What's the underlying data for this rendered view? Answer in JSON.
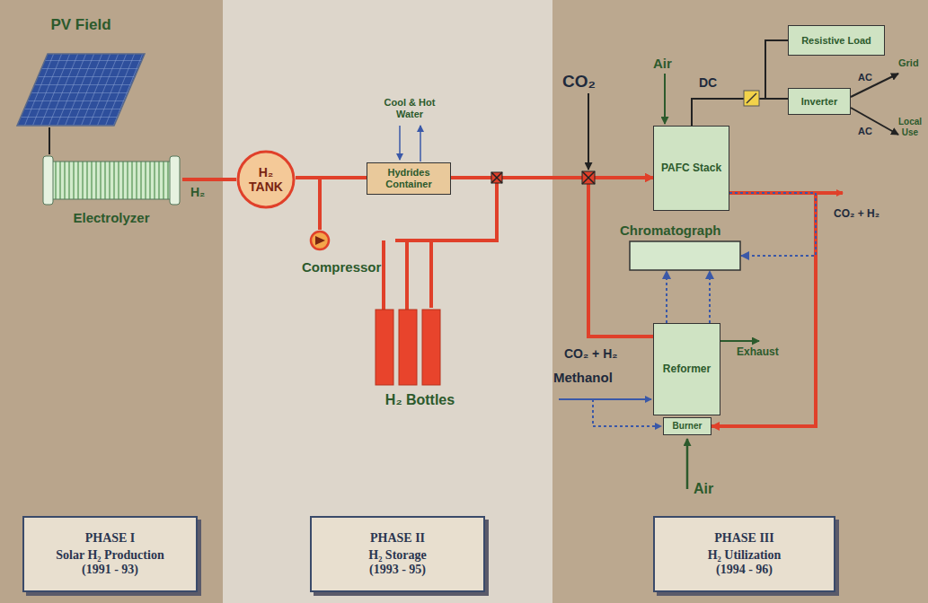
{
  "diagram": {
    "nodes": [
      {
        "text": [
          "PV Field"
        ]
      },
      {
        "text": [
          "Electrolyzer"
        ]
      },
      {
        "text": [
          "H₂ TANK"
        ]
      },
      {
        "text": [
          "Hydrides Container"
        ]
      },
      {
        "text": [
          "Compressor"
        ]
      },
      {
        "text": [
          "H₂ Bottles"
        ]
      },
      {
        "text": [
          "PAFC Stack"
        ]
      },
      {
        "text": [
          "Resistive Load"
        ]
      },
      {
        "text": [
          "Inverter"
        ]
      },
      {
        "text": [
          "Chromatograph"
        ]
      },
      {
        "text": [
          "Reformer"
        ]
      },
      {
        "text": [
          "Burner"
        ]
      },
      {
        "text": [
          "PHASE I",
          "Solar H₂ Production",
          "(1991 - 93)"
        ]
      },
      {
        "text": [
          "PHASE II",
          "H₂ Storage",
          "(1993 - 95)"
        ]
      },
      {
        "text": [
          "PHASE III",
          "H₂ Utilization",
          "(1994 - 96)"
        ]
      }
    ],
    "edges": [
      {
        "from": 0,
        "to": 1,
        "arrow": "none"
      },
      {
        "from": 1,
        "to": 2,
        "label": "H₂",
        "arrow": "none"
      },
      {
        "from": 2,
        "to": 3,
        "arrow": "none"
      },
      {
        "from": 2,
        "to": 4,
        "arrow": "none"
      },
      {
        "from": 4,
        "to": 5,
        "arrow": "none"
      },
      {
        "from": 4,
        "to": 6,
        "arrow": "to"
      },
      {
        "from": 3,
        "to": 6,
        "arrow": "to"
      },
      {
        "from": 10,
        "to": 6,
        "label": "CO₂ + H₂",
        "arrow": "to"
      },
      {
        "from": 6,
        "to": 11,
        "arrow": "to"
      },
      {
        "from": 6,
        "to": 7,
        "arrow": "none"
      },
      {
        "from": 6,
        "to": 8,
        "label": "DC",
        "arrow": "none"
      },
      {
        "from": 10,
        "to": 9,
        "arrow": "to"
      },
      {
        "from": 10,
        "to": 9,
        "arrow": "to"
      },
      {
        "from": 6,
        "to": 9,
        "arrow": "to"
      }
    ],
    "labels": [
      "Cool & Hot Water",
      "CO₂",
      "Air",
      "AC",
      "Grid",
      "AC",
      "Local Use",
      "CO₂ + H₂",
      "Exhaust",
      "Methanol",
      "Air"
    ]
  }
}
